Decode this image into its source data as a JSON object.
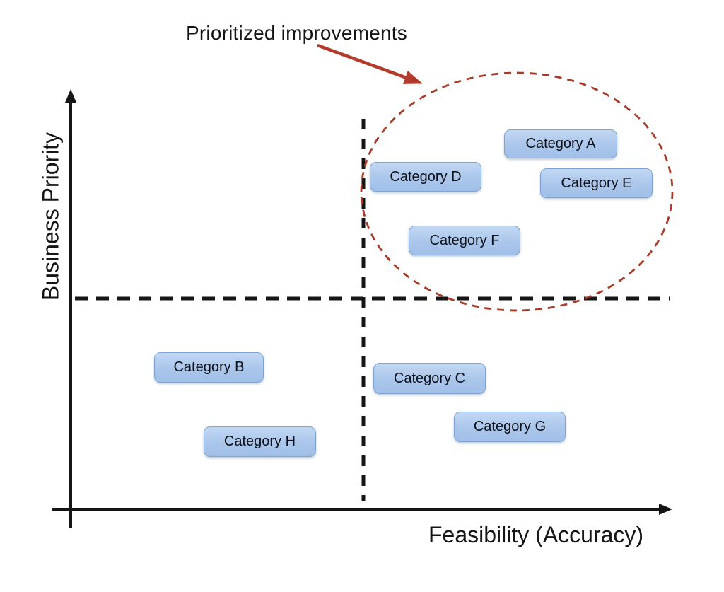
{
  "diagram": {
    "type": "priority-matrix",
    "annotation": {
      "label": "Prioritized improvements",
      "points_to": "prioritized-ellipse"
    },
    "axes": {
      "y_label": "Business Priority",
      "x_label": "Feasibility (Accuracy)"
    },
    "quadrant_dividers": {
      "horizontal": "dashed black line",
      "vertical": "dashed black line"
    },
    "categories": [
      {
        "label": "Category A",
        "quadrant": "top-right",
        "in_prioritized_ellipse": true
      },
      {
        "label": "Category D",
        "quadrant": "top-right",
        "in_prioritized_ellipse": true
      },
      {
        "label": "Category E",
        "quadrant": "top-right",
        "in_prioritized_ellipse": true
      },
      {
        "label": "Category F",
        "quadrant": "top-right",
        "in_prioritized_ellipse": true
      },
      {
        "label": "Category B",
        "quadrant": "bottom-left",
        "in_prioritized_ellipse": false
      },
      {
        "label": "Category C",
        "quadrant": "bottom-right",
        "in_prioritized_ellipse": false
      },
      {
        "label": "Category G",
        "quadrant": "bottom-right",
        "in_prioritized_ellipse": false
      },
      {
        "label": "Category H",
        "quadrant": "bottom-left",
        "in_prioritized_ellipse": false
      }
    ],
    "colors": {
      "background": "#ffffff",
      "axis_and_text_black": "#151515",
      "annotation_arrow_red": "#b23b2b",
      "ellipse_red": "#a93a28",
      "box_fill_top": "#c2d8f4",
      "box_fill_bottom": "#a1bfe8",
      "box_border": "#7fa3d1",
      "box_text": "#0d1117"
    }
  }
}
